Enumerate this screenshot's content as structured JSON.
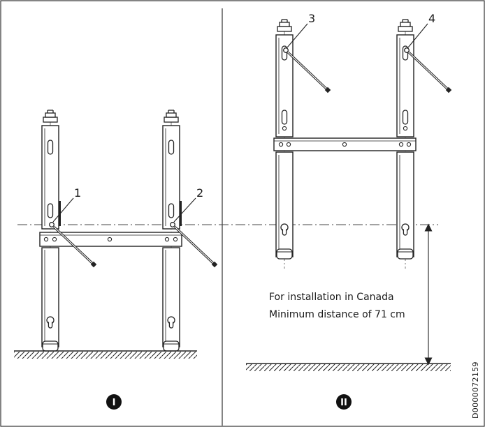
{
  "callouts": {
    "c1": "1",
    "c2": "2",
    "c3": "3",
    "c4": "4"
  },
  "panels": {
    "panel1": "I",
    "panel2": "II"
  },
  "note": {
    "line1": "For installation in Canada",
    "line2": "Minimum distance of 71 cm"
  },
  "doc_id": "D0000072159"
}
